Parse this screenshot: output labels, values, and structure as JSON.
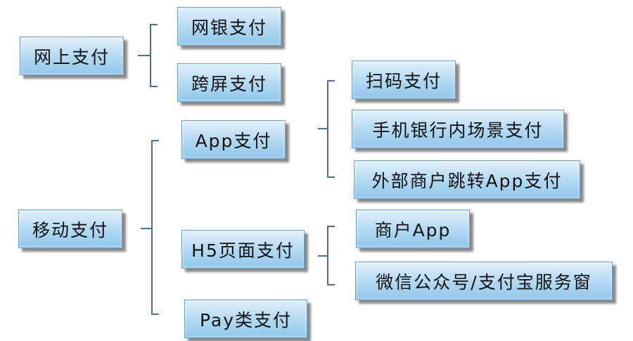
{
  "diagram": {
    "nodes": {
      "online_payment": "网上支付",
      "online_banking_payment": "网银支付",
      "cross_screen_payment": "跨屏支付",
      "mobile_payment": "移动支付",
      "app_payment": "App支付",
      "h5_page_payment": "H5页面支付",
      "pay_type_payment": "Pay类支付",
      "scan_code_payment": "扫码支付",
      "mobile_banking_scene_payment": "手机银行内场景支付",
      "external_merchant_redirect_payment": "外部商户跳转App支付",
      "merchant_app": "商户App",
      "wechat_alipay_window": "微信公众号/支付宝服务窗"
    },
    "colors": {
      "box_top": "#e3f1fb",
      "box_bottom": "#8fc6ea",
      "box_border": "#6f9fc4",
      "connector": "#4a6f93"
    }
  }
}
